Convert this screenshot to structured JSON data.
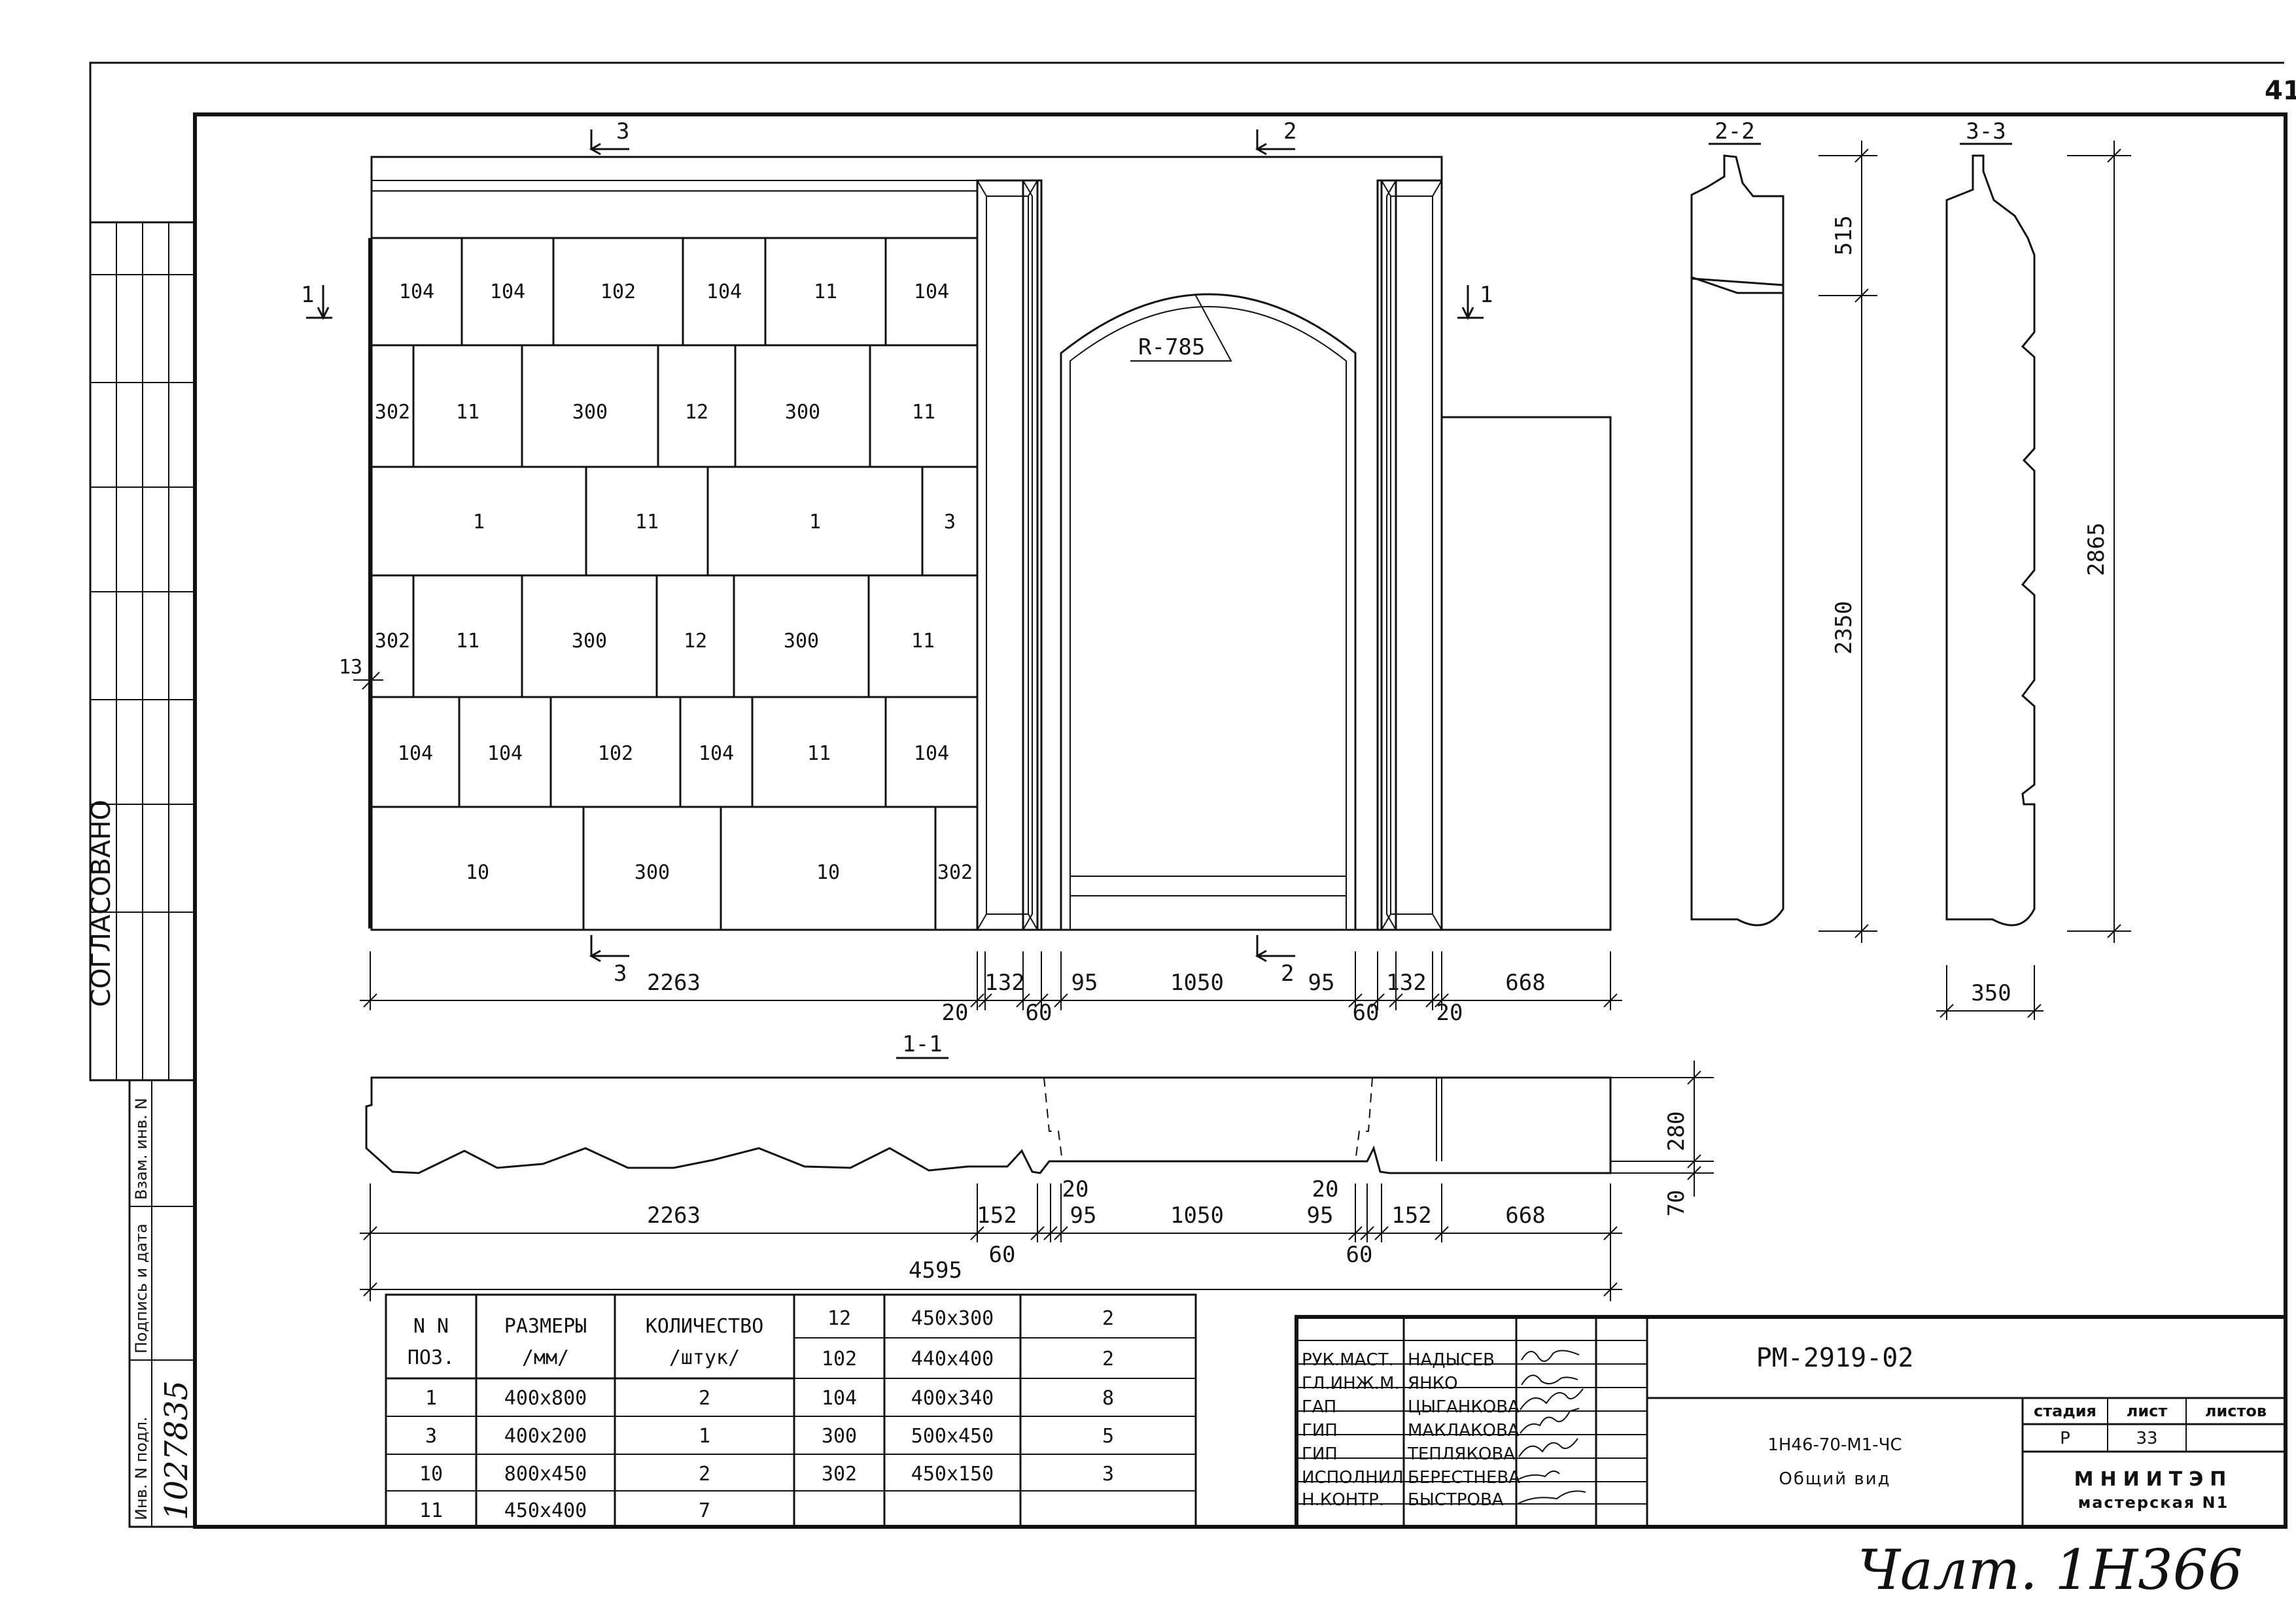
{
  "sheet_corner_number": "41",
  "side_stamp": {
    "agreed": "СОГЛАСОВАНО",
    "labels": [
      "Инв. N подл.",
      "Подпись и дата",
      "Взам. инв. N"
    ],
    "inventory_number": "1027835"
  },
  "section_marks": {
    "s1": "1",
    "s2": "2",
    "s3": "3"
  },
  "section_titles": {
    "s11": "1-1",
    "s22": "2-2",
    "s33": "3-3"
  },
  "arch_radius": "R-785",
  "block_rows": [
    [
      "104",
      "104",
      "102",
      "104",
      "11",
      "104"
    ],
    [
      "302",
      "11",
      "300",
      "12",
      "300",
      "11"
    ],
    [
      "1",
      "11",
      "1",
      "3"
    ],
    [
      "302",
      "11",
      "300",
      "12",
      "300",
      "11"
    ],
    [
      "104",
      "104",
      "102",
      "104",
      "11",
      "104"
    ],
    [
      "10",
      "300",
      "10",
      "302"
    ]
  ],
  "gap_label": "13",
  "elevation_dims": {
    "d2263": "2263",
    "d20": "20",
    "d132": "132",
    "d60": "60",
    "d95": "95",
    "d1050": "1050",
    "d668": "668"
  },
  "plan_dims": {
    "d2263": "2263",
    "d152": "152",
    "d60": "60",
    "d20": "20",
    "d95": "95",
    "d1050": "1050",
    "d668": "668",
    "total": "4595",
    "d280": "280",
    "d70": "70"
  },
  "section_dims": {
    "d515": "515",
    "d2350": "2350",
    "d2865": "2865",
    "d350": "350"
  },
  "spec_table": {
    "headers": [
      "N N",
      "ПОЗ.",
      "РАЗМЕРЫ",
      "/мм/",
      "КОЛИЧЕСТВО",
      "/штук/"
    ],
    "left_rows": [
      [
        "1",
        "400x800",
        "2"
      ],
      [
        "3",
        "400x200",
        "1"
      ],
      [
        "10",
        "800x450",
        "2"
      ],
      [
        "11",
        "450x400",
        "7"
      ]
    ],
    "right_rows": [
      [
        "12",
        "450x300",
        "2"
      ],
      [
        "102",
        "440x400",
        "2"
      ],
      [
        "104",
        "400x340",
        "8"
      ],
      [
        "300",
        "500x450",
        "5"
      ],
      [
        "302",
        "450x150",
        "3"
      ],
      [
        "",
        "",
        ""
      ]
    ]
  },
  "title_block": {
    "roles": [
      {
        "role": "РУК.МАСТ.",
        "name": "НАДЫСЕВ"
      },
      {
        "role": "ГЛ.ИНЖ.М.",
        "name": "ЯНКО"
      },
      {
        "role": "ГАП",
        "name": "ЦЫГАНКОВА"
      },
      {
        "role": "ГИП",
        "name": "МАКЛАКОВА"
      },
      {
        "role": "ГИП",
        "name": "ТЕПЛЯКОВА"
      },
      {
        "role": "ИСПОЛНИЛ",
        "name": "БЕРЕСТНЕВА"
      },
      {
        "role": "Н.КОНТР.",
        "name": "БЫСТРОВА"
      }
    ],
    "code": "РМ-2919-02",
    "project": "1Н46-70-М1-ЧС",
    "sheet_title": "Общий вид",
    "stage_header": "стадия",
    "sheet_header": "лист",
    "sheets_header": "листов",
    "stage": "Р",
    "sheet": "33",
    "org": "МНИИТЭП",
    "workshop": "мастерская N1"
  },
  "handwritten_note": "Чалт. 1Н366"
}
